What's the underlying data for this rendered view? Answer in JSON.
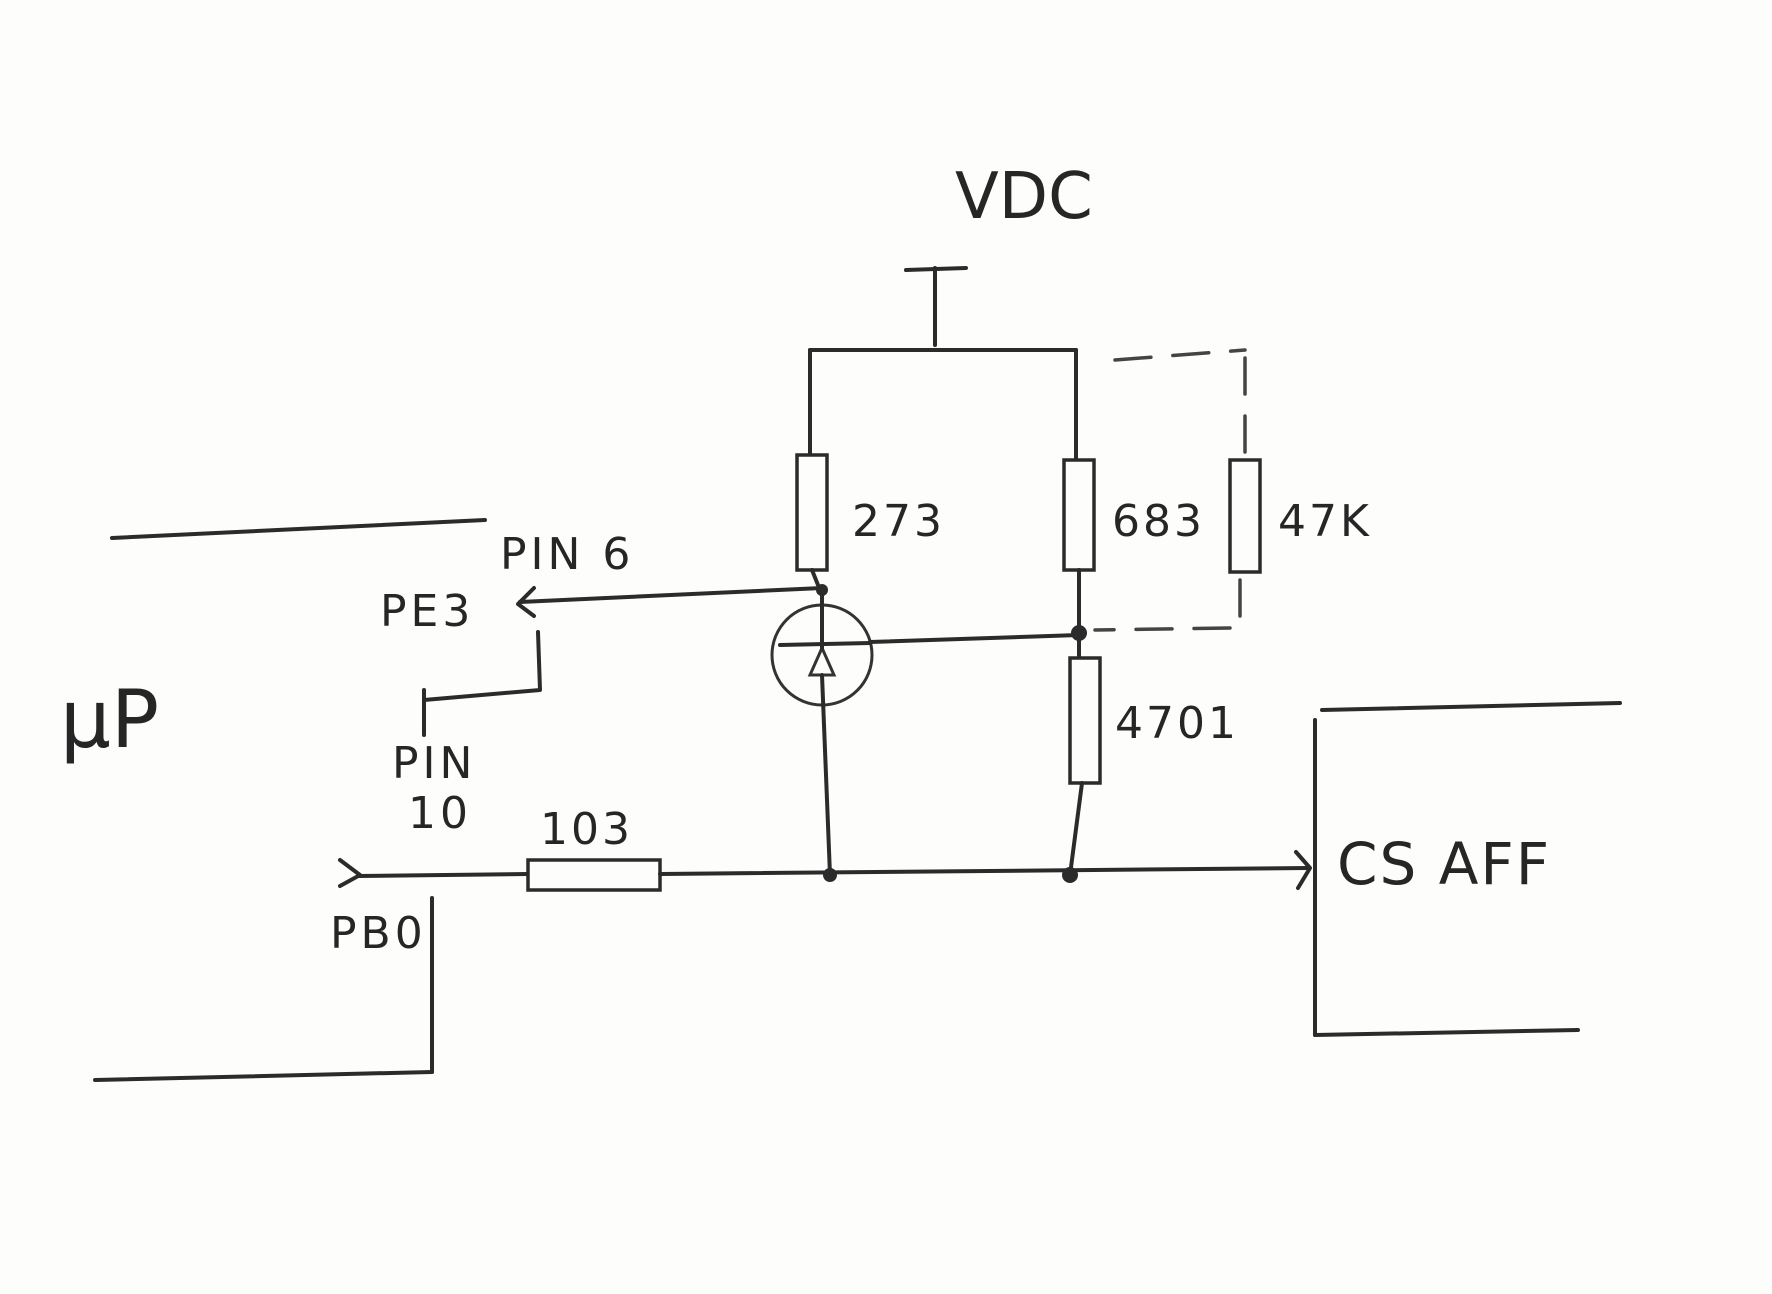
{
  "labels": {
    "supply": "VDC",
    "microprocessor": "µP",
    "pin6": "PIN 6",
    "pe3": "PE3",
    "pin10_line1": "PIN",
    "pin10_line2": "10",
    "pb0": "PB0",
    "cs_aff": "CS  AFF"
  },
  "components": {
    "r_top_left": "273",
    "r_top_right": "683",
    "r_parallel": "47K",
    "r_bottom_right": "4701",
    "r_series": "103"
  },
  "colors": {
    "ink": "#2b2b2b",
    "paper": "#fdfdfc"
  }
}
